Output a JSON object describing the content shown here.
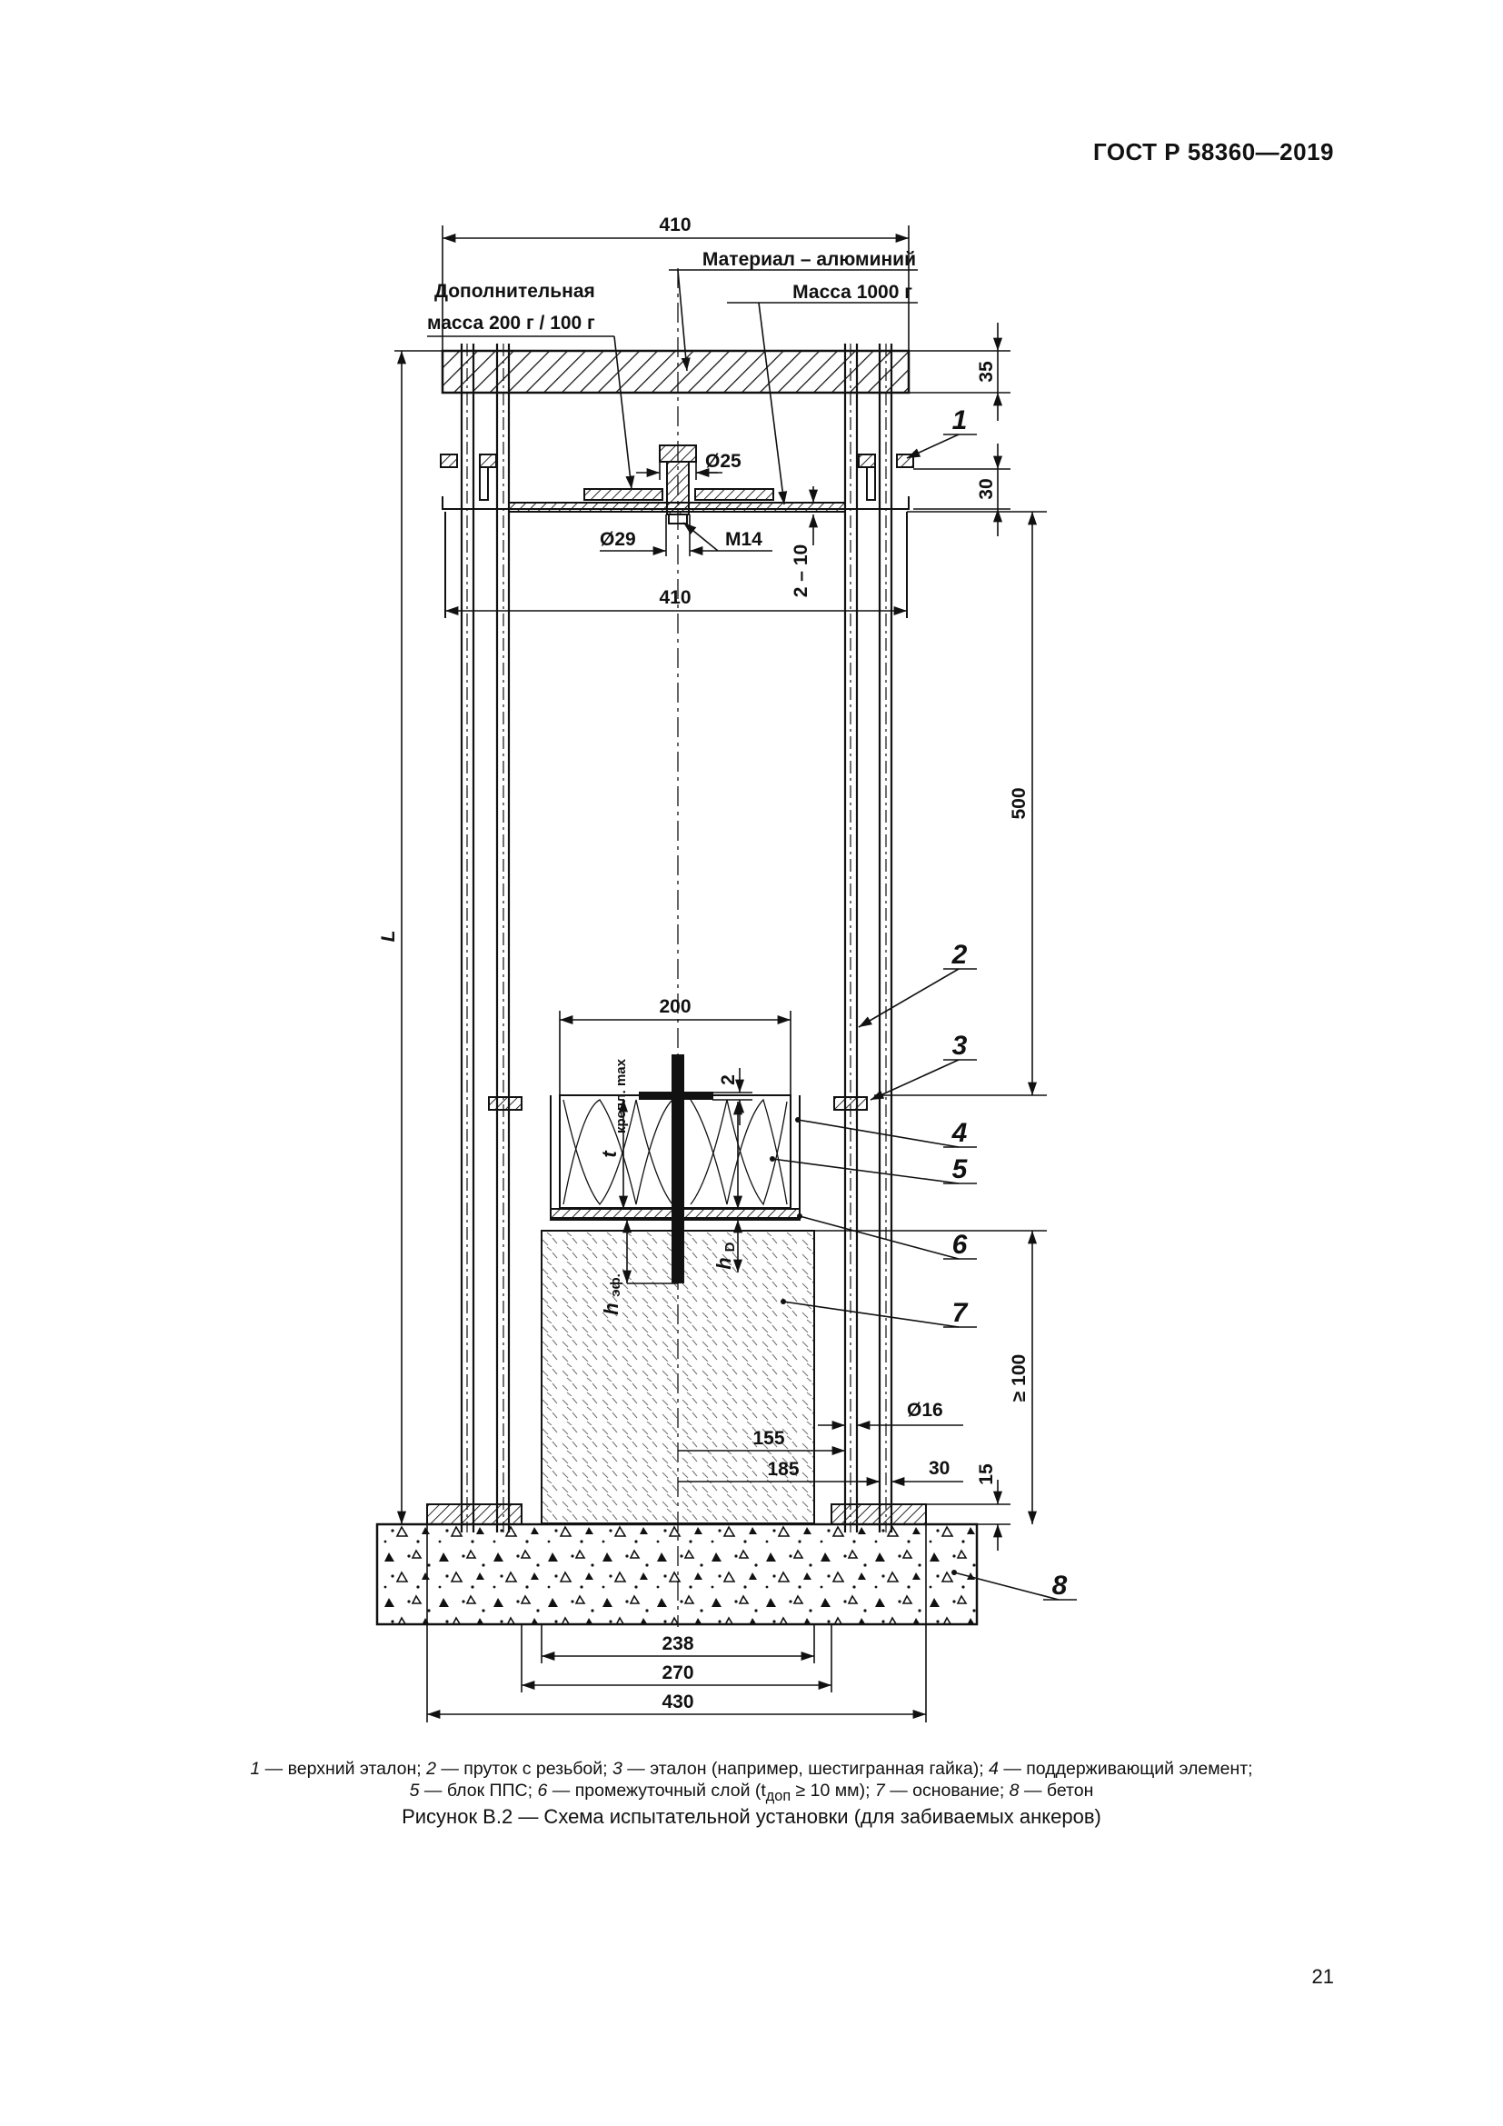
{
  "header": {
    "standard": "ГОСТ Р 58360—2019"
  },
  "figure": {
    "labels": {
      "material": "Материал – алюминий",
      "extra_mass_line1": "Дополнительная",
      "extra_mass_line2": "масса 200 г / 100 г",
      "mass": "Масса 1000 г"
    },
    "dimensions": {
      "top_width": "410",
      "plate_thickness": "35",
      "nut_diameter": "Ø25",
      "nut_height": "30",
      "bore_diameter": "Ø29",
      "thread": "M14",
      "gap": "2 – 10",
      "mid_width": "410",
      "drop_height": "500",
      "length": "L",
      "block_width": "200",
      "washer_gap": "2",
      "anchor_depth_sub": "крепл. max",
      "embed_depth_sub": "эф.",
      "hole_depth_sub": "D",
      "base_height": "≥ 100",
      "rod_diameter": "Ø16",
      "dim_155": "155",
      "dim_185": "185",
      "dim_30": "30",
      "dim_15": "15",
      "dim_238": "238",
      "dim_270": "270",
      "dim_430": "430"
    },
    "positions": [
      "1",
      "2",
      "3",
      "4",
      "5",
      "6",
      "7",
      "8"
    ]
  },
  "legend": {
    "items": [
      {
        "num": "1",
        "text": "верхний эталон"
      },
      {
        "num": "2",
        "text": "пруток с резьбой"
      },
      {
        "num": "3",
        "text": "эталон (например, шестигранная гайка)"
      },
      {
        "num": "4",
        "text": "поддерживающий элемент"
      },
      {
        "num": "5",
        "text": "блок ППС"
      },
      {
        "num": "6",
        "text": "промежуточный слой (t"
      },
      {
        "num": "7",
        "text": "основание"
      },
      {
        "num": "8",
        "text": "бетон"
      }
    ],
    "item6_sub": "доп",
    "item6_tail": " ≥ 10 мм)"
  },
  "caption": "Рисунок В.2 — Схема испытательной установки (для забиваемых анкеров)",
  "page_number": "21"
}
